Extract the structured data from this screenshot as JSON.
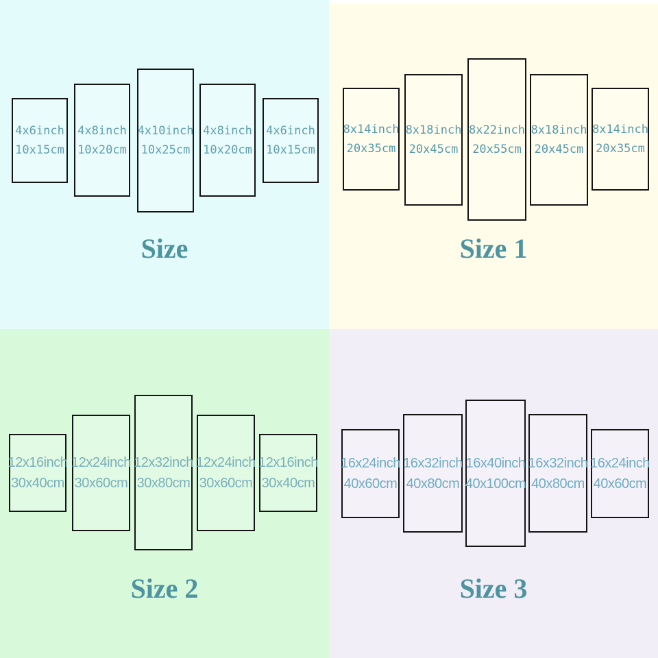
{
  "colors": {
    "title_text": "#4d93a0",
    "panel_border": "#141414",
    "quadrant_backgrounds": [
      "#e4fbfb",
      "#fffdea",
      "#d9f9db",
      "#f2eef8"
    ],
    "label_colors": [
      "#5f9fb0",
      "#579aab",
      "#7bb0ba",
      "#6fadc2"
    ]
  },
  "quadrants": [
    {
      "title": "Size",
      "panels": [
        {
          "inch": "4x6inch",
          "cm": "10x15cm"
        },
        {
          "inch": "4x8inch",
          "cm": "10x20cm"
        },
        {
          "inch": "4x10inch",
          "cm": "10x25cm"
        },
        {
          "inch": "4x8inch",
          "cm": "10x20cm"
        },
        {
          "inch": "4x6inch",
          "cm": "10x15cm"
        }
      ]
    },
    {
      "title": "Size 1",
      "panels": [
        {
          "inch": "8x14inch",
          "cm": "20x35cm"
        },
        {
          "inch": "8x18inch",
          "cm": "20x45cm"
        },
        {
          "inch": "8x22inch",
          "cm": "20x55cm"
        },
        {
          "inch": "8x18inch",
          "cm": "20x45cm"
        },
        {
          "inch": "8x14inch",
          "cm": "20x35cm"
        }
      ]
    },
    {
      "title": "Size 2",
      "panels": [
        {
          "inch": "12x16inch",
          "cm": "30x40cm"
        },
        {
          "inch": "12x24inch",
          "cm": "30x60cm"
        },
        {
          "inch": "12x32inch",
          "cm": "30x80cm"
        },
        {
          "inch": "12x24inch",
          "cm": "30x60cm"
        },
        {
          "inch": "12x16inch",
          "cm": "30x40cm"
        }
      ]
    },
    {
      "title": "Size 3",
      "panels": [
        {
          "inch": "16x24inch",
          "cm": "40x60cm"
        },
        {
          "inch": "16x32inch",
          "cm": "40x80cm"
        },
        {
          "inch": "16x40inch",
          "cm": "40x100cm"
        },
        {
          "inch": "16x32inch",
          "cm": "40x80cm"
        },
        {
          "inch": "16x24inch",
          "cm": "40x60cm"
        }
      ]
    }
  ]
}
